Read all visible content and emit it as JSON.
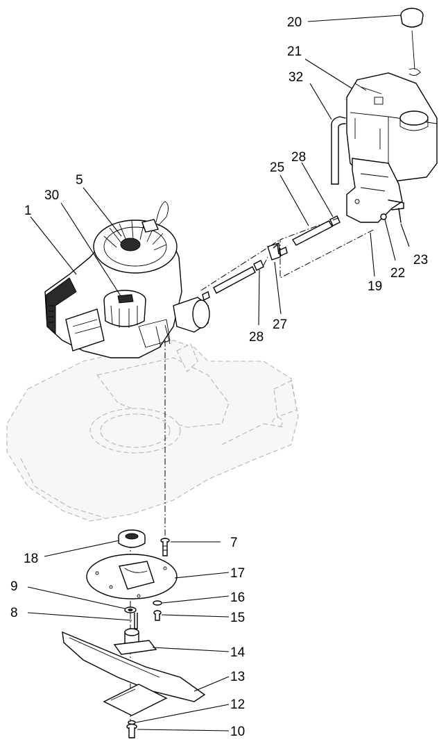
{
  "callouts": [
    {
      "id": "c20",
      "label": "20"
    },
    {
      "id": "c21",
      "label": "21"
    },
    {
      "id": "c32",
      "label": "32"
    },
    {
      "id": "c28a",
      "label": "28"
    },
    {
      "id": "c25",
      "label": "25"
    },
    {
      "id": "c5",
      "label": "5"
    },
    {
      "id": "c30",
      "label": "30"
    },
    {
      "id": "c1",
      "label": "1"
    },
    {
      "id": "c23",
      "label": "23"
    },
    {
      "id": "c22",
      "label": "22"
    },
    {
      "id": "c19",
      "label": "19"
    },
    {
      "id": "c27",
      "label": "27"
    },
    {
      "id": "c28b",
      "label": "28"
    },
    {
      "id": "c7",
      "label": "7"
    },
    {
      "id": "c18",
      "label": "18"
    },
    {
      "id": "c17",
      "label": "17"
    },
    {
      "id": "c9",
      "label": "9"
    },
    {
      "id": "c16",
      "label": "16"
    },
    {
      "id": "c8",
      "label": "8"
    },
    {
      "id": "c15",
      "label": "15"
    },
    {
      "id": "c14",
      "label": "14"
    },
    {
      "id": "c13",
      "label": "13"
    },
    {
      "id": "c12",
      "label": "12"
    },
    {
      "id": "c10",
      "label": "10"
    }
  ]
}
